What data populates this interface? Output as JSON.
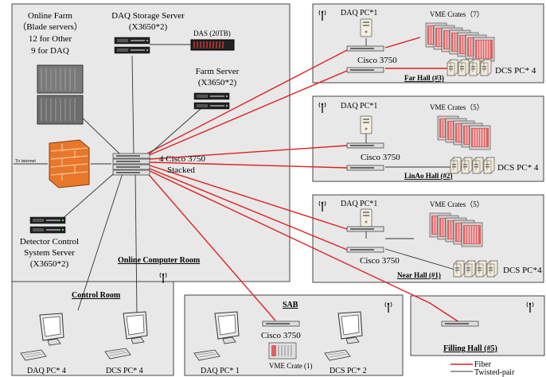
{
  "rooms": {
    "online_computer_room": {
      "title": "Online Computer Room",
      "online_farm": [
        "Online Farm",
        "（Blade servers）",
        "12 for Other",
        "9 for DAQ"
      ],
      "daq_storage_server": [
        "DAQ Storage Server",
        "(X3650*2)"
      ],
      "das": "DAS (20TB)",
      "farm_server": [
        "Farm Server",
        "(X3650*2)"
      ],
      "core_switch": [
        "4 Cisco 3750",
        "Stacked"
      ],
      "to_internet": "To internet",
      "dcs_server": [
        "Detector Control",
        "System Server",
        "(X3650*2)"
      ]
    },
    "far_hall": {
      "title": "Far Hall (#3)",
      "daq_pc": "DAQ PC*1",
      "vme": "VME Crates（7）",
      "switch": "Cisco 3750",
      "dcs_pc": "DCS PC* 4"
    },
    "linao_hall": {
      "title": "LinAo Hall (#2)",
      "daq_pc": "DAQ PC*1",
      "vme": "VME Crates（5）",
      "switch": "Cisco 3750",
      "dcs_pc": "DCS PC* 4"
    },
    "near_hall": {
      "title": "Near Hall (#1)",
      "daq_pc": "DAQ PC*1",
      "vme": "VME Crates（5）",
      "switch": "Cisco 3750",
      "dcs_pc": "DCS PC*4"
    },
    "control_room": {
      "title": "Control Room",
      "daq_pc": "DAQ PC* 4",
      "dcs_pc": "DCS PC* 4"
    },
    "sab": {
      "title": "SAB",
      "switch": "Cisco 3750",
      "daq_pc": "DAQ PC* 1",
      "vme": "VME Crate (1)",
      "dcs_pc": "DCS PC* 2"
    },
    "filling_hall": {
      "title": "Filling Hall (#5)"
    }
  },
  "legend": {
    "fiber": "Fiber",
    "twisted_pair": "Twisted-pair"
  },
  "colors": {
    "fiber": "#e02020",
    "twisted_pair": "#333333",
    "room_fill": "#e8e8e8",
    "firewall": "#e8772a"
  },
  "icons": [
    "antenna-icon",
    "server-icon",
    "switch-icon",
    "monitor-icon",
    "keyboard-icon",
    "firewall-icon",
    "tower-pc-icon",
    "vme-crate-icon"
  ]
}
